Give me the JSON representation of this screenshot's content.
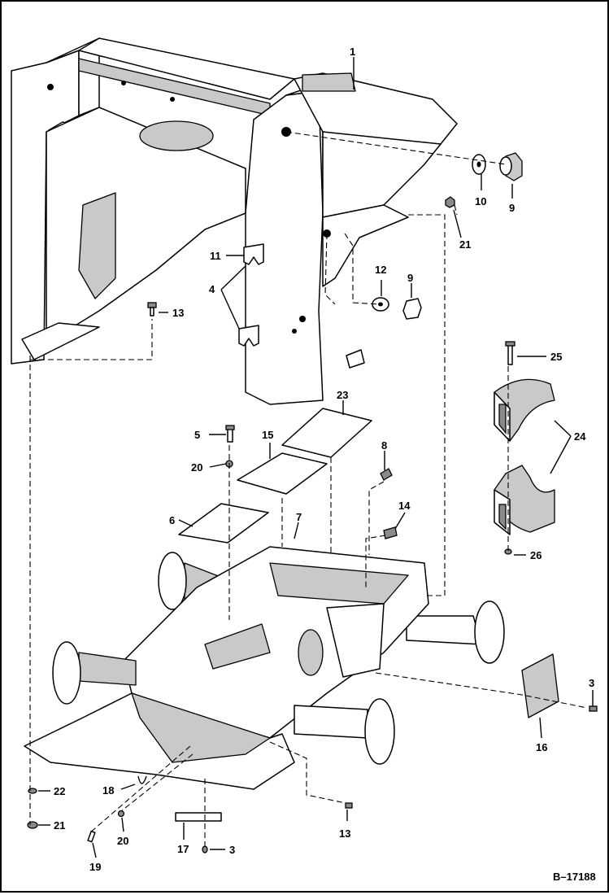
{
  "diagram": {
    "figure_id": "B–17188",
    "callouts": [
      {
        "id": "c1",
        "label": "1"
      },
      {
        "id": "c10",
        "label": "10"
      },
      {
        "id": "c9a",
        "label": "9"
      },
      {
        "id": "c21a",
        "label": "21"
      },
      {
        "id": "c11",
        "label": "11"
      },
      {
        "id": "c4",
        "label": "4"
      },
      {
        "id": "c12",
        "label": "12"
      },
      {
        "id": "c9b",
        "label": "9"
      },
      {
        "id": "c13a",
        "label": "13"
      },
      {
        "id": "c25",
        "label": "25"
      },
      {
        "id": "c23",
        "label": "23"
      },
      {
        "id": "c24",
        "label": "24"
      },
      {
        "id": "c5",
        "label": "5"
      },
      {
        "id": "c15",
        "label": "15"
      },
      {
        "id": "c8",
        "label": "8"
      },
      {
        "id": "c20a",
        "label": "20"
      },
      {
        "id": "c6",
        "label": "6"
      },
      {
        "id": "c7",
        "label": "7"
      },
      {
        "id": "c14",
        "label": "14"
      },
      {
        "id": "c26",
        "label": "26"
      },
      {
        "id": "c3a",
        "label": "3"
      },
      {
        "id": "c16",
        "label": "16"
      },
      {
        "id": "c22",
        "label": "22"
      },
      {
        "id": "c18",
        "label": "18"
      },
      {
        "id": "c21b",
        "label": "21"
      },
      {
        "id": "c20b",
        "label": "20"
      },
      {
        "id": "c13b",
        "label": "13"
      },
      {
        "id": "c17",
        "label": "17"
      },
      {
        "id": "c3b",
        "label": "3"
      },
      {
        "id": "c19",
        "label": "19"
      }
    ]
  }
}
